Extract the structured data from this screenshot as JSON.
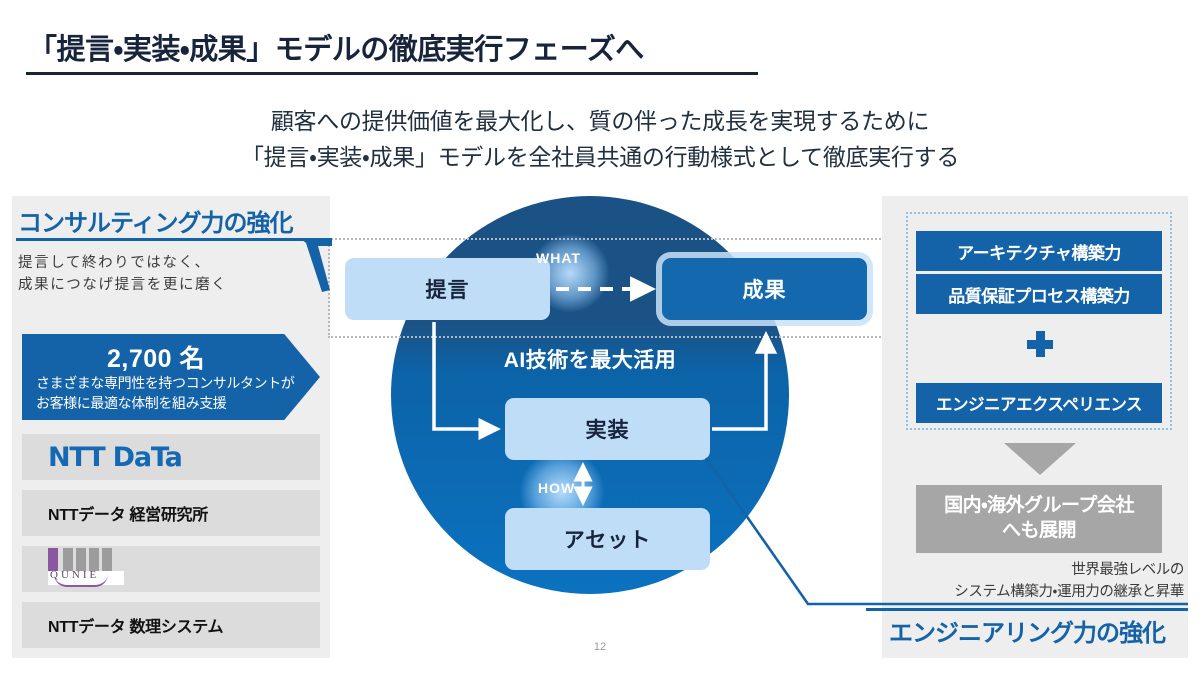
{
  "title": "「提言・実装・成果」モデルの徹底実行フェーズへ",
  "subtitle": {
    "line1": "顧客への提供価値を最大化し、質の伴った成長を実現するために",
    "line2": "「提言・実装・成果」モデルを全社員共通の行動様式として徹底実行する"
  },
  "left_panel": {
    "heading": "コンサルティング力の強化",
    "note_line1": "提言して終わりではなく、",
    "note_line2": "成果につなげ提言を更に磨く",
    "banner": {
      "number": "2,700 名",
      "desc_line1": "さまざまな専門性を持つコンサルタントが",
      "desc_line2": "お客様に最適な体制を組み支援"
    },
    "logos": [
      {
        "type": "wordmark",
        "label": "NTT DaTa"
      },
      {
        "type": "text",
        "label": "NTTデータ 経営研究所"
      },
      {
        "type": "image",
        "label": "QUNIE"
      },
      {
        "type": "text",
        "label": "NTTデータ 数理システム"
      }
    ]
  },
  "center": {
    "nodes": {
      "teigen": "提言",
      "seika": "成果",
      "jisso": "実装",
      "asset": "アセット"
    },
    "keywords": {
      "what": "WHAT",
      "how": "HOW"
    },
    "ai_label": "AI技術を最大活用"
  },
  "right_panel": {
    "capabilities": [
      "アーキテクチャ構築力",
      "品質保証プロセス構築力",
      "エンジニアエクスペリエンス"
    ],
    "plus_symbol": "+",
    "deploy_box_line1": "国内・海外グループ会社",
    "deploy_box_line2": "へも展開",
    "note_line1": "世界最強レベルの",
    "note_line2": "システム構築力・運用力の継承と昇華",
    "heading": "エンジニアリング力の強化"
  },
  "page_number": "12",
  "colors": {
    "accent_blue": "#1463a8",
    "dark_navy": "#17243c",
    "circle_dark": "#1b5285",
    "circle_light": "#0b72c0",
    "node_light": "#bfddf7",
    "grey_box": "#a6a6a6",
    "panel_bg": "#eeeeee"
  }
}
